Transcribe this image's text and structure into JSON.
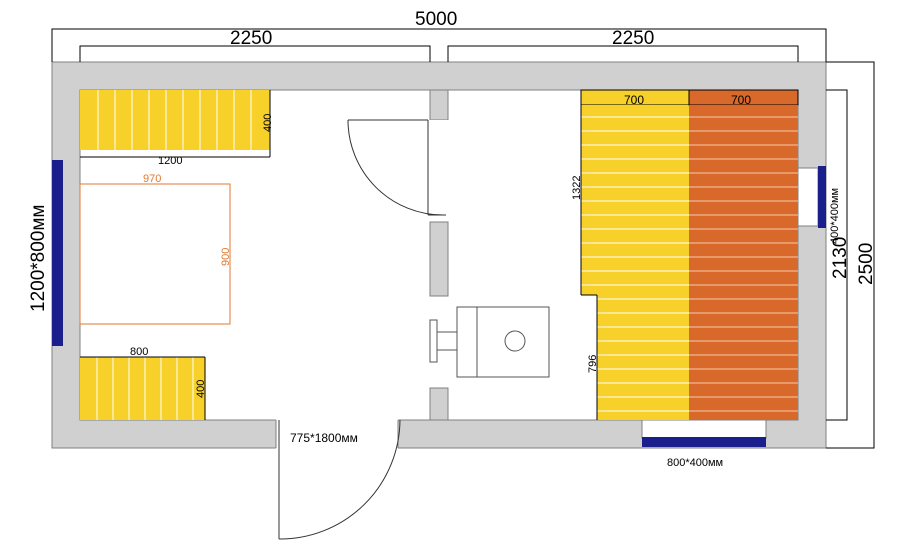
{
  "dimensions": {
    "total_length": "5000",
    "left_room_length": "2250",
    "right_room_length": "2250",
    "total_width": "2500",
    "inner_width": "2130",
    "bench_top_left_length": "1200",
    "bench_top_left_depth": "400",
    "bench_bottom_left_length": "800",
    "bench_bottom_left_depth": "400",
    "rug_width": "970",
    "rug_height": "900",
    "shelf_top_width_1": "700",
    "shelf_top_width_2": "700",
    "shelf_upper_height": "1322",
    "shelf_lower_height": "796"
  },
  "openings": {
    "window_left": "1200*800мм",
    "window_right": "400*400мм",
    "window_bottom": "800*400мм",
    "entrance_door": "775*1800мм"
  },
  "colors": {
    "wall": "#d0d0d0",
    "bench_yellow": "#f7d12a",
    "shelf_orange": "#d9692a",
    "window_blue": "#1a1f8c",
    "rug_line": "#e07a2f"
  }
}
